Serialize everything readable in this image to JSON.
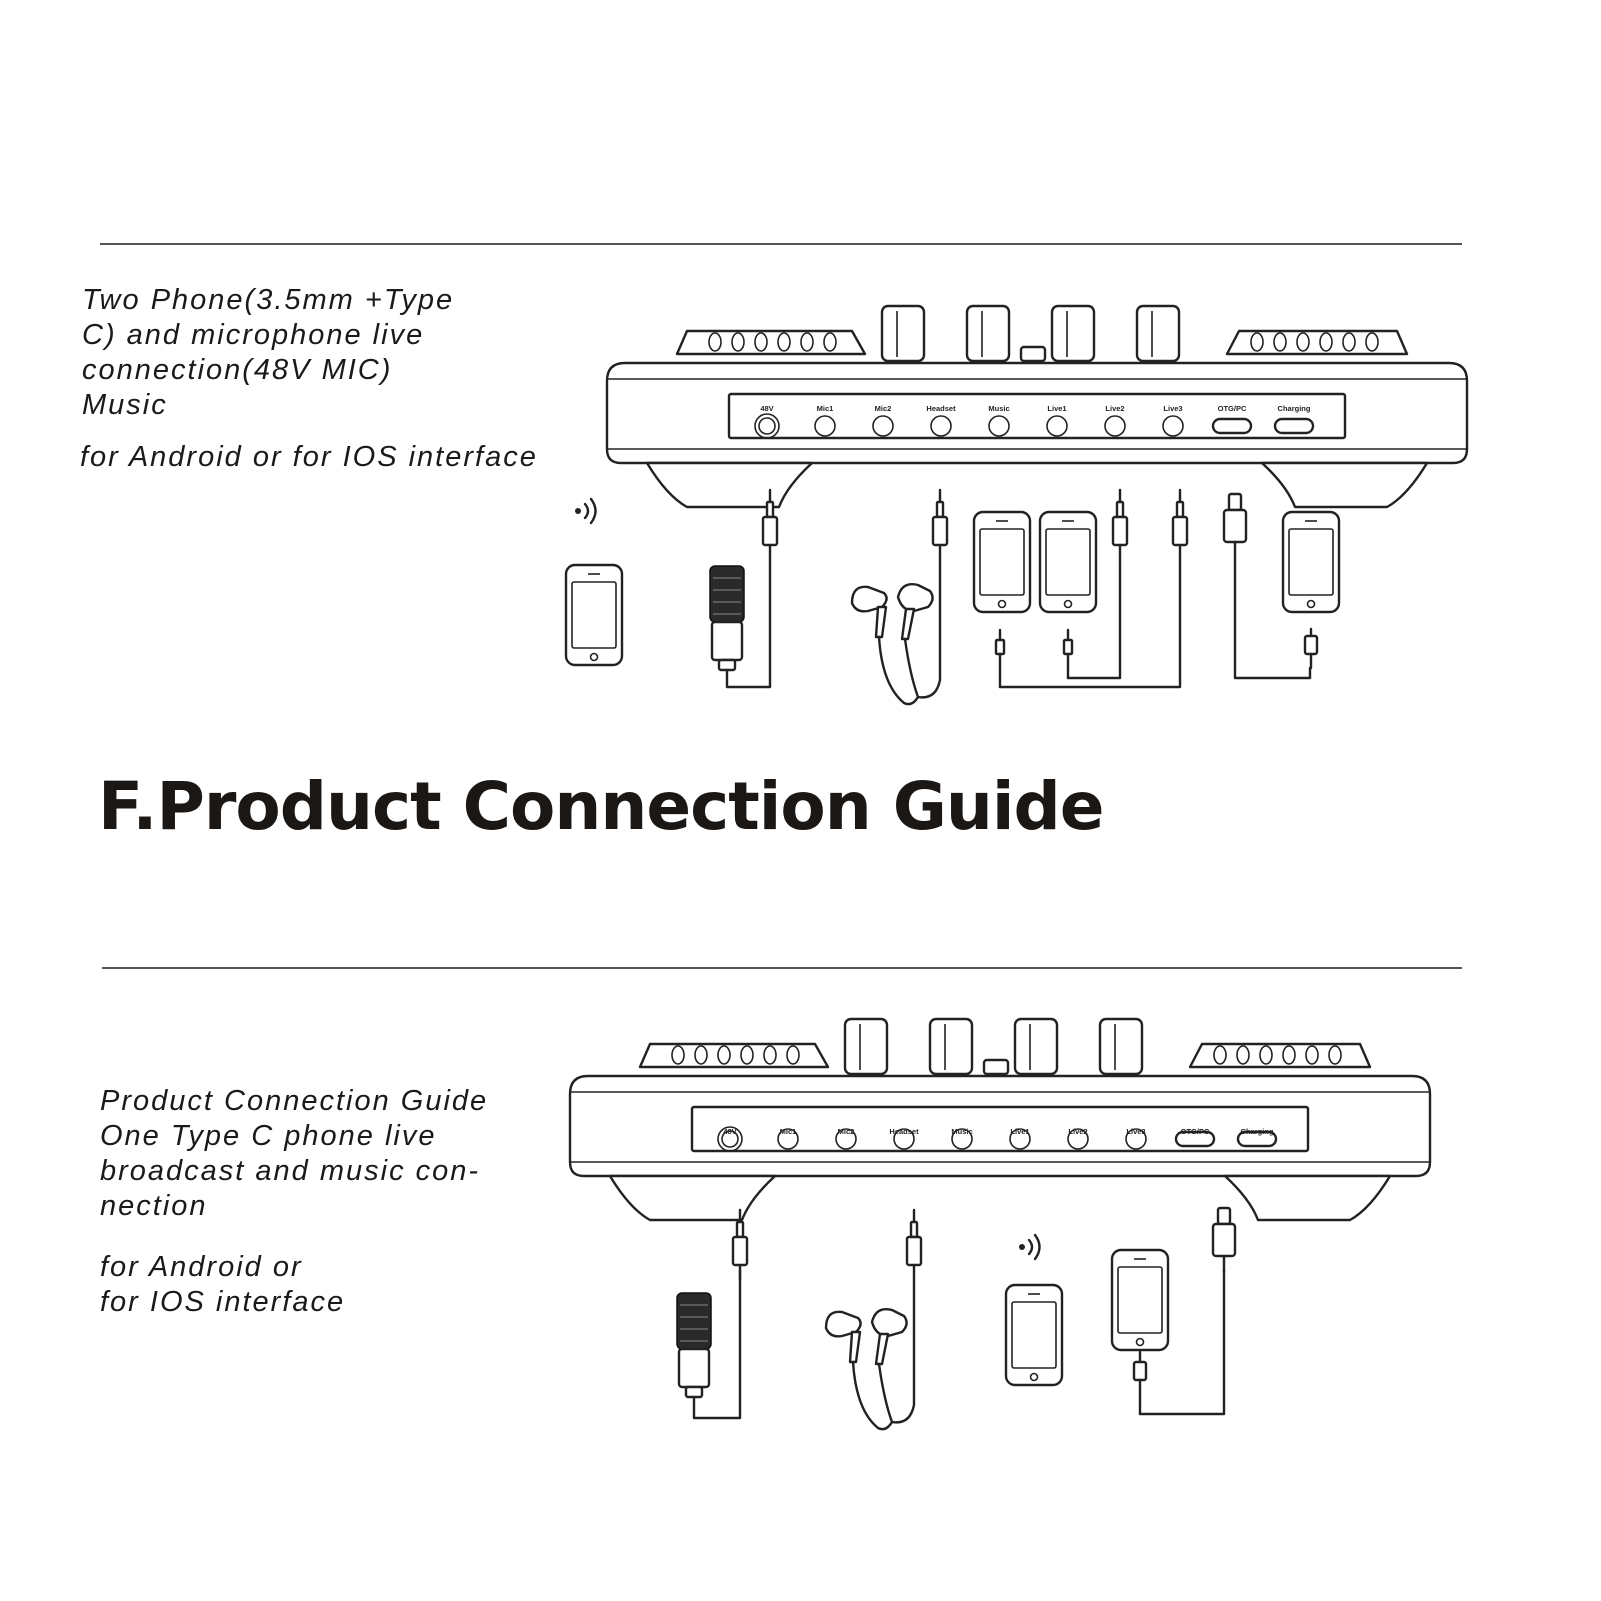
{
  "heading": "F.Product Connection Guide",
  "section1": {
    "lines": [
      "Two Phone(3.5mm +Type",
      "C) and microphone live",
      "connection(48V MIC)",
      "Music"
    ],
    "sub": "for Android or for IOS interface"
  },
  "section2": {
    "lines": [
      "Product Connection Guide",
      "One Type C phone live",
      "broadcast and music con-",
      "nection"
    ],
    "sub_lines": [
      "for Android or",
      "for IOS interface"
    ]
  },
  "ports": [
    "48V",
    "Mic1",
    "Mic2",
    "Headset",
    "Music",
    "Live1",
    "Live2",
    "Live3",
    "OTG/PC",
    "Charging"
  ]
}
